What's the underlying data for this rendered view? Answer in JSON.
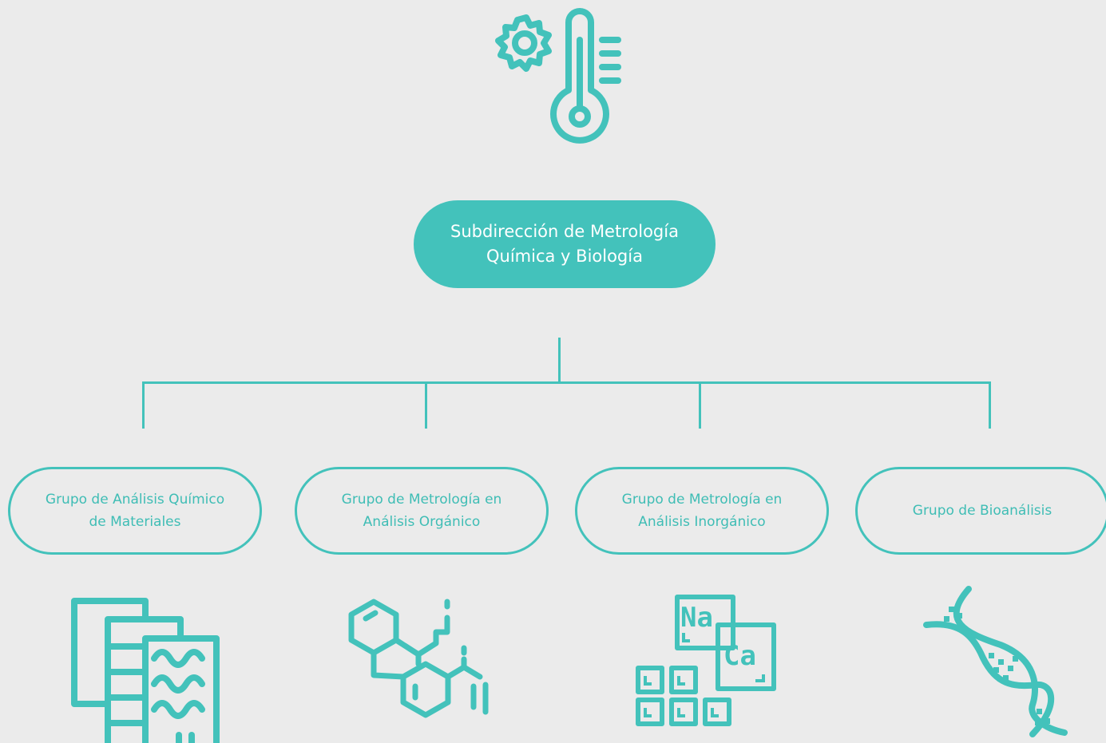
{
  "diagram": {
    "accent_color": "#43c2bb",
    "background_color": "#ebebeb",
    "top_icon": "gear-thermometer-icon",
    "root": {
      "line1": "Subdirección de Metrología",
      "line2": "Química y Biología"
    },
    "groups": [
      {
        "line1": "Grupo de Análisis Químico",
        "line2": "de Materiales",
        "icon": "material-layers-icon"
      },
      {
        "line1": "Grupo de Metrología en",
        "line2": "Análisis Orgánico",
        "icon": "organic-molecule-icon"
      },
      {
        "line1": "Grupo de Metrología en",
        "line2": "Análisis Inorgánico",
        "icon": "element-blocks-icon"
      },
      {
        "line1": "Grupo de Bioanálisis",
        "line2": "",
        "icon": "dna-icon"
      }
    ],
    "elements": {
      "na": "Na",
      "ca": "Ca"
    }
  }
}
